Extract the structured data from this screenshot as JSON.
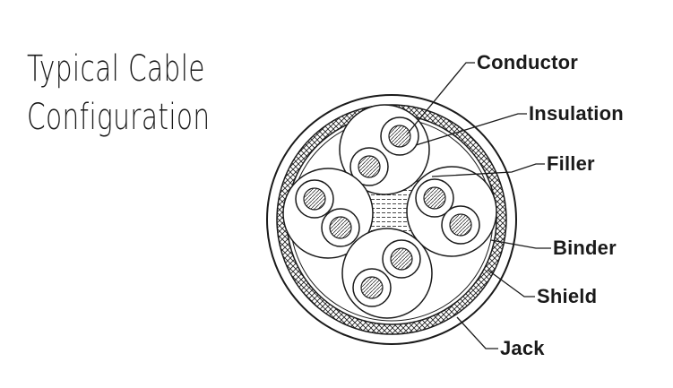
{
  "title": {
    "line1": "Typical Cable",
    "line2": "Configuration"
  },
  "labels": {
    "conductor": "Conductor",
    "insulation": "Insulation",
    "filler": "Filler",
    "binder": "Binder",
    "shield": "Shield",
    "jacket": "Jack"
  },
  "colors": {
    "ink": "#1a1a1a",
    "background": "#ffffff"
  }
}
